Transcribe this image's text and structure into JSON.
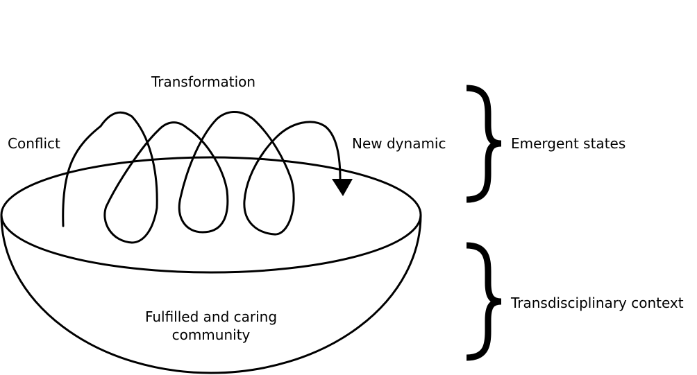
{
  "labels": {
    "transformation": "Transformation",
    "conflict": "Conflict",
    "new_dynamic": "New dynamic",
    "emergent_states": "Emergent states",
    "transdisciplinary_context": "Transdisciplinary context",
    "community_line1": "Fulfilled and caring",
    "community_line2": "community"
  },
  "colors": {
    "stroke": "#000000",
    "background": "#ffffff"
  }
}
